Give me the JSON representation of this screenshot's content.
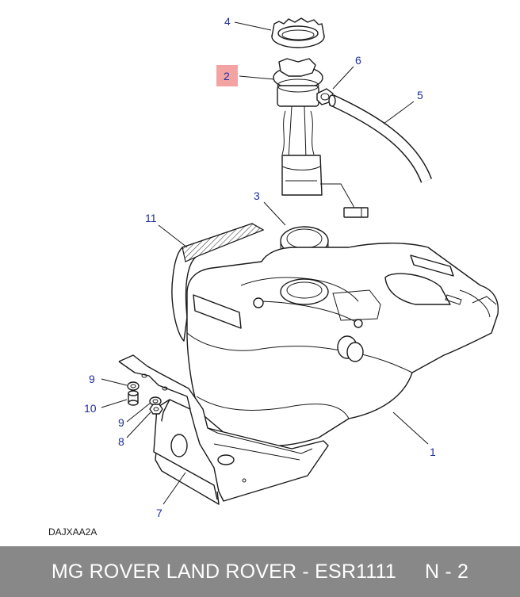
{
  "diagram": {
    "reference_code": "DAJXAA2A",
    "highlight_color": "#f4a3a3",
    "callout_color": "#1f2f9e",
    "callouts": [
      {
        "id": "4",
        "label": "4"
      },
      {
        "id": "2",
        "label": "2",
        "highlighted": true
      },
      {
        "id": "6",
        "label": "6"
      },
      {
        "id": "5",
        "label": "5"
      },
      {
        "id": "3",
        "label": "3"
      },
      {
        "id": "11",
        "label": "11"
      },
      {
        "id": "9a",
        "label": "9"
      },
      {
        "id": "10",
        "label": "10"
      },
      {
        "id": "9b",
        "label": "9"
      },
      {
        "id": "8",
        "label": "8"
      },
      {
        "id": "1",
        "label": "1"
      },
      {
        "id": "7",
        "label": "7"
      }
    ]
  },
  "footer": {
    "brand": "MG ROVER LAND ROVER - ESR1111",
    "page": "N - 2",
    "background": "#888888"
  }
}
